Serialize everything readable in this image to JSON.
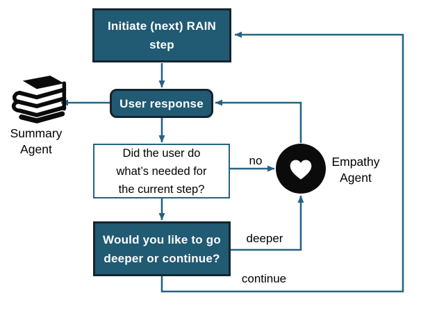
{
  "diagram": {
    "type": "flowchart",
    "background": "#FFFFFF"
  },
  "colors": {
    "node_fill": "#215A73",
    "node_border": "#14242F",
    "question_border": "#26607E",
    "arrow": "#256384",
    "icon_black": "#0B0B0B",
    "text_light": "#FFFFFF",
    "text_dark": "#000000"
  },
  "nodes": {
    "initiate": {
      "lines": [
        "Initiate (next) RAIN",
        "step"
      ]
    },
    "user_response": {
      "label": "User response"
    },
    "question": {
      "lines": [
        "Did the user do",
        "what’s needed for",
        "the current step?"
      ]
    },
    "deeper_question": {
      "lines": [
        "Would you like to go",
        "deeper or continue?"
      ]
    }
  },
  "agents": {
    "summary": {
      "lines": [
        "Summary",
        "Agent"
      ],
      "icon": "books-icon"
    },
    "empathy": {
      "lines": [
        "Empathy",
        "Agent"
      ],
      "icon": "heart-icon"
    }
  },
  "edge_labels": {
    "no": "no",
    "deeper": "deeper",
    "continue": "continue"
  }
}
